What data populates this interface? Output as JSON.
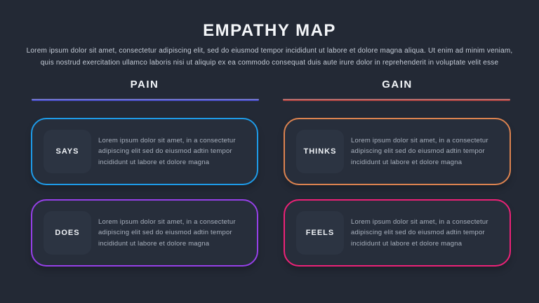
{
  "page": {
    "title": "EMPATHY MAP",
    "subtitle_line1": "Lorem ipsum dolor sit amet, consectetur adipiscing elit, sed do eiusmod tempor incididunt ut labore et dolore magna aliqua. Ut enim ad minim veniam,",
    "subtitle_line2": "quis nostrud exercitation ullamco laboris nisi ut aliquip ex ea commodo consequat duis aute irure dolor in reprehenderit in voluptate velit esse"
  },
  "columns": [
    {
      "label": "PAIN",
      "underline_color": "#4c51c6"
    },
    {
      "label": "GAIN",
      "underline_color": "#ad4846"
    }
  ],
  "cards": [
    {
      "label": "SAYS",
      "border_color": "#1e9be8",
      "text": "Lorem ipsum dolor sit amet, in a consectetur adipiscing elit sed do eiusmod adtin tempor incididunt ut labore et dolore magna"
    },
    {
      "label": "THINKS",
      "border_color": "#dc8350",
      "text": "Lorem ipsum dolor sit amet, in a consectetur adipiscing elit sed do eiusmod adtin tempor incididunt ut labore et dolore magna"
    },
    {
      "label": "DOES",
      "border_color": "#9640e8",
      "text": "Lorem ipsum dolor sit amet, in a consectetur adipiscing elit sed do eiusmod adtin tempor incididunt ut labore et dolore magna"
    },
    {
      "label": "FEELS",
      "border_color": "#ec2277",
      "text": "Lorem ipsum dolor sit amet, in a consectetur adipiscing elit sed do eiusmod adtin tempor incididunt ut labore et dolore magna"
    }
  ],
  "colors": {
    "background": "#232935",
    "card_background": "#272e3b",
    "badge_background": "#2c3442",
    "title_color": "#f4f6f9",
    "subtitle_color": "#c6cdd8",
    "body_text_color": "#a9b1be"
  }
}
